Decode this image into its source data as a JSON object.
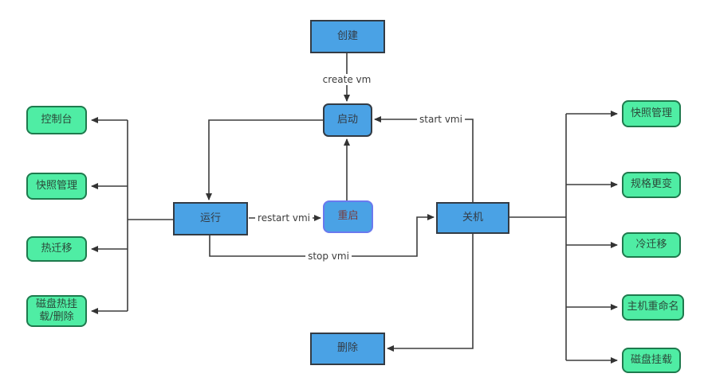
{
  "diagram": {
    "nodes": {
      "create": {
        "label": "创建"
      },
      "start": {
        "label": "启动"
      },
      "run": {
        "label": "运行"
      },
      "restart": {
        "label": "重启"
      },
      "shutdown": {
        "label": "关机"
      },
      "delete": {
        "label": "删除"
      }
    },
    "left_actions": [
      "控制台",
      "快照管理",
      "热迁移",
      "磁盘热挂\n载/删除"
    ],
    "right_actions": [
      "快照管理",
      "规格更变",
      "冷迁移",
      "主机重命名",
      "磁盘挂载"
    ],
    "edge_labels": {
      "create_vm": "create vm",
      "start_vmi": "start vmi",
      "restart_vmi": "restart vmi",
      "stop_vmi": "stop vmi"
    },
    "colors": {
      "state_fill": "#4aa2e5",
      "state_border": "#333b44",
      "restart_border": "#6a79ee",
      "action_fill": "#4feda4",
      "action_border": "#1e7a4d",
      "line": "#3d3d3d"
    }
  }
}
